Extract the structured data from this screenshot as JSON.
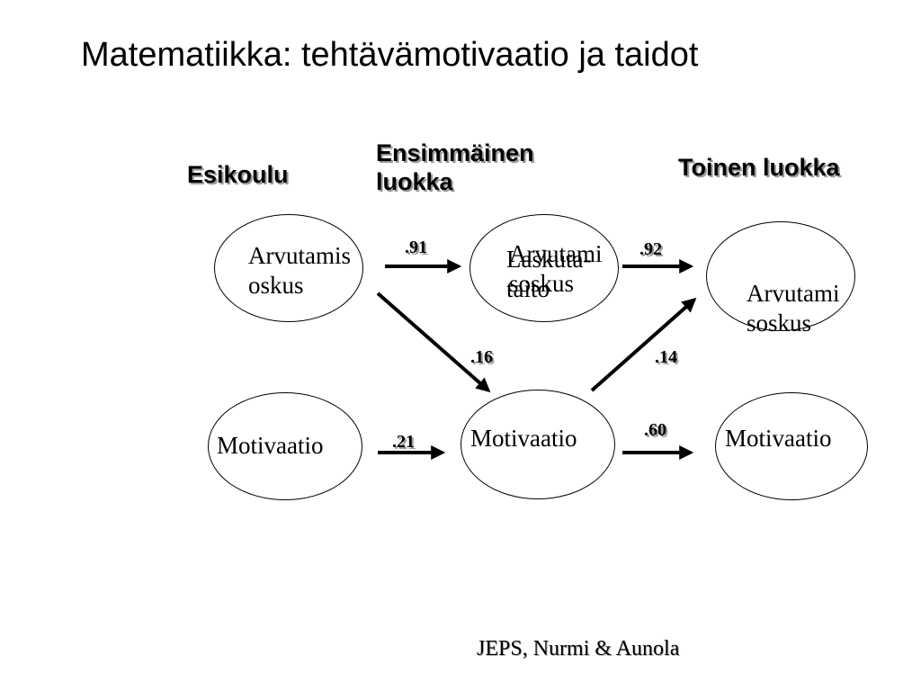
{
  "title": "Matematiikka: tehtävämotivaatio ja taidot",
  "columns": {
    "preschool": "Esikoulu",
    "first_grade_line1": "Ensimmäinen",
    "first_grade_line2": "luokka",
    "second_grade": "Toinen luokka"
  },
  "nodes": {
    "pre_skill_line1": "Arvutamis",
    "pre_skill_line2": "oskus",
    "g1_skill_overlap_line1": "Laskuta-",
    "g1_skill_overlap_line2": "taito",
    "g1_skill_line1": "Arvutami",
    "g1_skill_line2": "soskus",
    "g2_skill_line1": "Arvutami",
    "g2_skill_line2": "soskus",
    "pre_motivation": "Motivaatio",
    "g1_motivation": "Motivaatio",
    "g2_motivation": "Motivaatio"
  },
  "coefficients": {
    "pre_to_g1_skill": ".91",
    "g1_to_g2_skill": ".92",
    "pre_skill_to_g1_motivation": ".16",
    "g1_motivation_to_g2_skill": ".14",
    "pre_to_g1_motivation": ".21",
    "g1_to_g2_motivation": ".60"
  },
  "footer": "JEPS, Nurmi & Aunola"
}
